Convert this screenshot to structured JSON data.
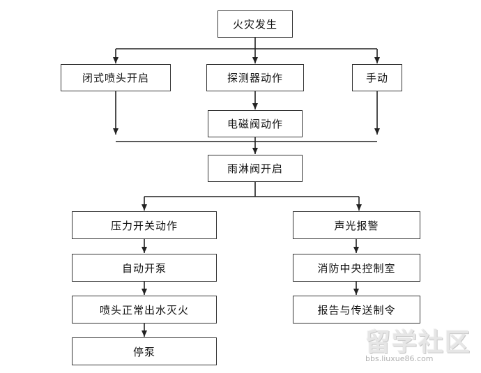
{
  "nodes": {
    "fire": "火灾发生",
    "closed_sprinkler": "闭式喷头开启",
    "detector": "探测器动作",
    "manual": "手动",
    "solenoid": "电磁阀动作",
    "deluge_valve": "雨淋阀开启",
    "pressure_switch": "压力开关动作",
    "auto_pump": "自动开泵",
    "spray": "喷头正常出水灭火",
    "stop_pump": "停泵",
    "alarm": "声光报警",
    "control_room": "消防中央控制室",
    "report": "报告与传送制令"
  },
  "watermark": {
    "logo": "留学社区",
    "url": "bbs.liuxue86.com"
  },
  "colors": {
    "line": "#222222",
    "border": "#333333",
    "text": "#111111",
    "watermark": "#e6e6e6"
  }
}
